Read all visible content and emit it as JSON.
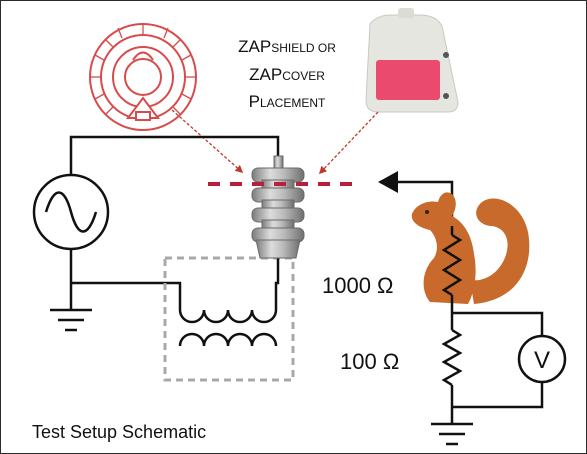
{
  "diagram": {
    "placement_label": {
      "line1_big": "ZAP",
      "line1_small": "SHIELD OR",
      "line2_big": "ZAP",
      "line2_small": "COVER",
      "line3_big": "P",
      "line3_small": "LACEMENT"
    },
    "resistor_upper_label": "1000 Ω",
    "resistor_lower_label": "100 Ω",
    "voltmeter_symbol": "V",
    "caption": "Test Setup Schematic"
  },
  "colors": {
    "wire": "#111111",
    "placement_line": "#b5213a",
    "arrow_leader": "#c0392b",
    "zapshield": "#d94b4b",
    "zapcover_pink": "#ea4a6e",
    "zapcover_body": "#e6e6e0",
    "squirrel": "#c76a2c",
    "transformer_box": "#a8a8a8",
    "insulator": "#9a9a9a"
  },
  "icons": [
    "zapshield-icon",
    "zapcover-icon",
    "squirrel-icon",
    "ac-source-icon",
    "ground-icon",
    "voltmeter-icon",
    "transformer-icon",
    "insulator-icon"
  ]
}
